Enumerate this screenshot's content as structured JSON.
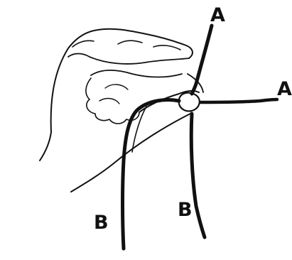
{
  "labels": {
    "strand_a_top": "A",
    "strand_a_right": "A",
    "strand_b_left": "B",
    "strand_b_right": "B"
  },
  "colors": {
    "ink": "#111111",
    "paper": "#ffffff"
  }
}
